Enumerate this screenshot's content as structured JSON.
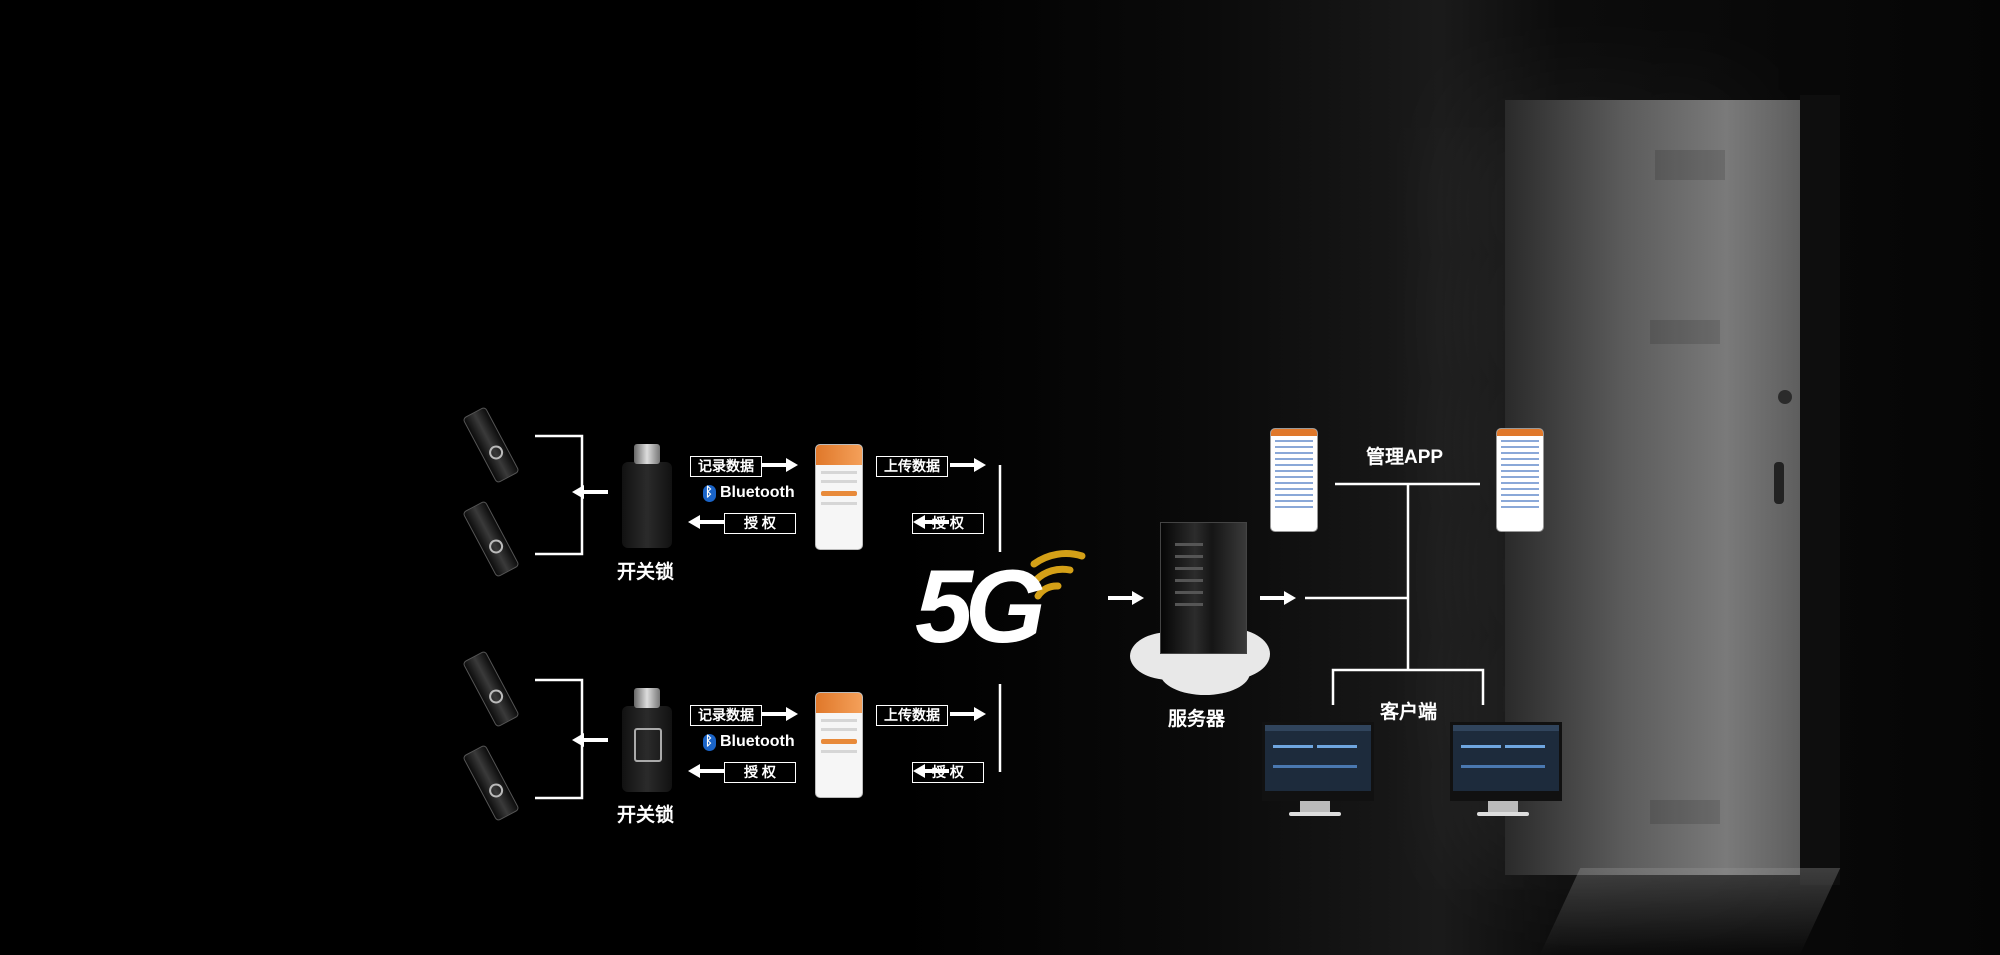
{
  "lock_label": "开关锁",
  "record_label": "记录数据",
  "authorize_label": "授 权",
  "upload_label": "上传数据",
  "bluetooth_label": "Bluetooth",
  "network_label": "5G",
  "server_label": "服务器",
  "mgmt_app_label": "管理APP",
  "client_label": "客户端",
  "colors": {
    "background": "#000000",
    "line": "#ffffff",
    "accent_orange": "#e0782a",
    "bluetooth_blue": "#1a64c8",
    "signal_gold": "#d4a017"
  }
}
